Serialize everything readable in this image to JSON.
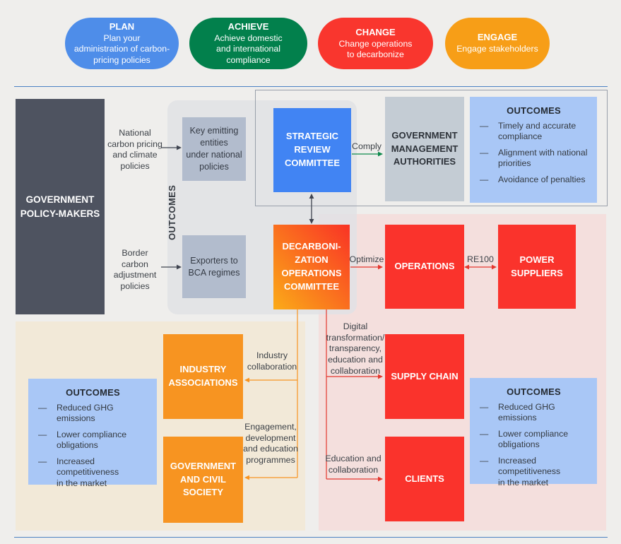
{
  "colors": {
    "plan_blue": "#4e8de9",
    "achieve_green": "#02804c",
    "change_red": "#f9362e",
    "engage_orange": "#f79e17",
    "committee_blue": "#4184f3",
    "red_box": "#fa332c",
    "orange_box": "#f79421",
    "dark_box": "#4e5360",
    "gray_blue_box": "#b2bccd",
    "authorities_gray": "#c4ccd4",
    "outcomes_light_blue": "#a9c7f6",
    "panel_gray": "#e0e2e5",
    "panel_pink": "#f4dfdd",
    "panel_beige": "#f2e9d8",
    "divider_blue": "#4c82c3",
    "decarb_gradient_start": "#fbab18",
    "decarb_gradient_end": "#f93325"
  },
  "pills": [
    {
      "title": "PLAN",
      "desc": "Plan your\nadministration of carbon-\npricing policies"
    },
    {
      "title": "ACHIEVE",
      "desc": "Achieve domestic\nand international\ncompliance"
    },
    {
      "title": "CHANGE",
      "desc": "Change operations\nto decarbonize"
    },
    {
      "title": "ENGAGE",
      "desc": "Engage stakeholders"
    }
  ],
  "policy": {
    "box": "GOVERNMENT\nPOLICY-MAKERS",
    "outcomes_vertical": "OUTCOMES",
    "flows": [
      {
        "label": "National\ncarbon pricing\nand climate\npolicies",
        "target": "Key emitting\nentities\nunder national\npolicies"
      },
      {
        "label": "Border\ncarbon\nadjustment\npolicies",
        "target": "Exporters to\nBCA regimes"
      }
    ]
  },
  "strategic": {
    "committee": "STRATEGIC\nREVIEW\nCOMMITTEE",
    "arrow_label": "Comply",
    "authorities": "GOVERNMENT\nMANAGEMENT\nAUTHORITIES",
    "outcomes": {
      "title": "OUTCOMES",
      "items": [
        "Timely and accurate\ncompliance",
        "Alignment with national\npriorities",
        "Avoidance of penalties"
      ]
    }
  },
  "decarb": {
    "committee": "DECARBONI-\nZATION\nOPERATIONS\nCOMMITTEE",
    "optimize_label": "Optimize",
    "operations": "OPERATIONS",
    "re100_label": "RE100",
    "power": "POWER\nSUPPLIERS",
    "supply_label": "Digital\ntransformation/\ntransparency,\neducation and\ncollaboration",
    "supply": "SUPPLY CHAIN",
    "clients_label": "Education and\ncollaboration",
    "clients": "CLIENTS",
    "outcomes": {
      "title": "OUTCOMES",
      "items": [
        "Reduced GHG\nemissions",
        "Lower compliance\nobligations",
        "Increased\ncompetitiveness\nin the market"
      ]
    }
  },
  "engage": {
    "industry_label": "Industry\ncollaboration",
    "industry": "INDUSTRY\nASSOCIATIONS",
    "civil_label": "Engagement,\ndevelopment\nand education\nprogrammes",
    "civil": "GOVERNMENT\nAND CIVIL\nSOCIETY",
    "outcomes": {
      "title": "OUTCOMES",
      "items": [
        "Reduced GHG\nemissions",
        "Lower compliance\nobligations",
        "Increased\ncompetitiveness\nin the market"
      ]
    }
  }
}
